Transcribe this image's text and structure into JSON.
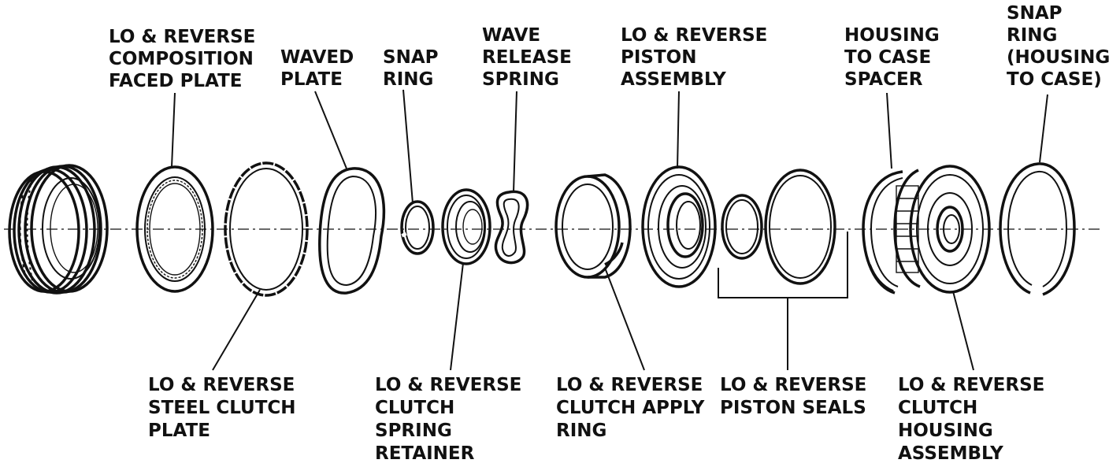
{
  "labels": {
    "composition_plate": [
      "LO & REVERSE",
      "COMPOSITION",
      "FACED PLATE"
    ],
    "waved_plate": [
      "WAVED",
      "PLATE"
    ],
    "snap_ring_1": [
      "SNAP",
      "RING"
    ],
    "wave_release_spring": [
      "WAVE",
      "RELEASE",
      "SPRING"
    ],
    "piston_assembly": [
      "LO & REVERSE",
      "PISTON",
      "ASSEMBLY"
    ],
    "housing_spacer": [
      "HOUSING",
      "TO CASE",
      "SPACER"
    ],
    "snap_ring_housing": [
      "SNAP",
      "RING",
      "(HOUSING",
      "TO CASE)"
    ],
    "steel_clutch_plate": [
      "LO & REVERSE",
      "STEEL CLUTCH",
      "PLATE"
    ],
    "spring_retainer": [
      "LO & REVERSE",
      "CLUTCH",
      "SPRING",
      "RETAINER"
    ],
    "apply_ring": [
      "LO & REVERSE",
      "CLUTCH APPLY",
      "RING"
    ],
    "piston_seals": [
      "LO & REVERSE",
      "PISTON SEALS"
    ],
    "clutch_housing": [
      "LO & REVERSE",
      "CLUTCH",
      "HOUSING",
      "ASSEMBLY"
    ]
  }
}
